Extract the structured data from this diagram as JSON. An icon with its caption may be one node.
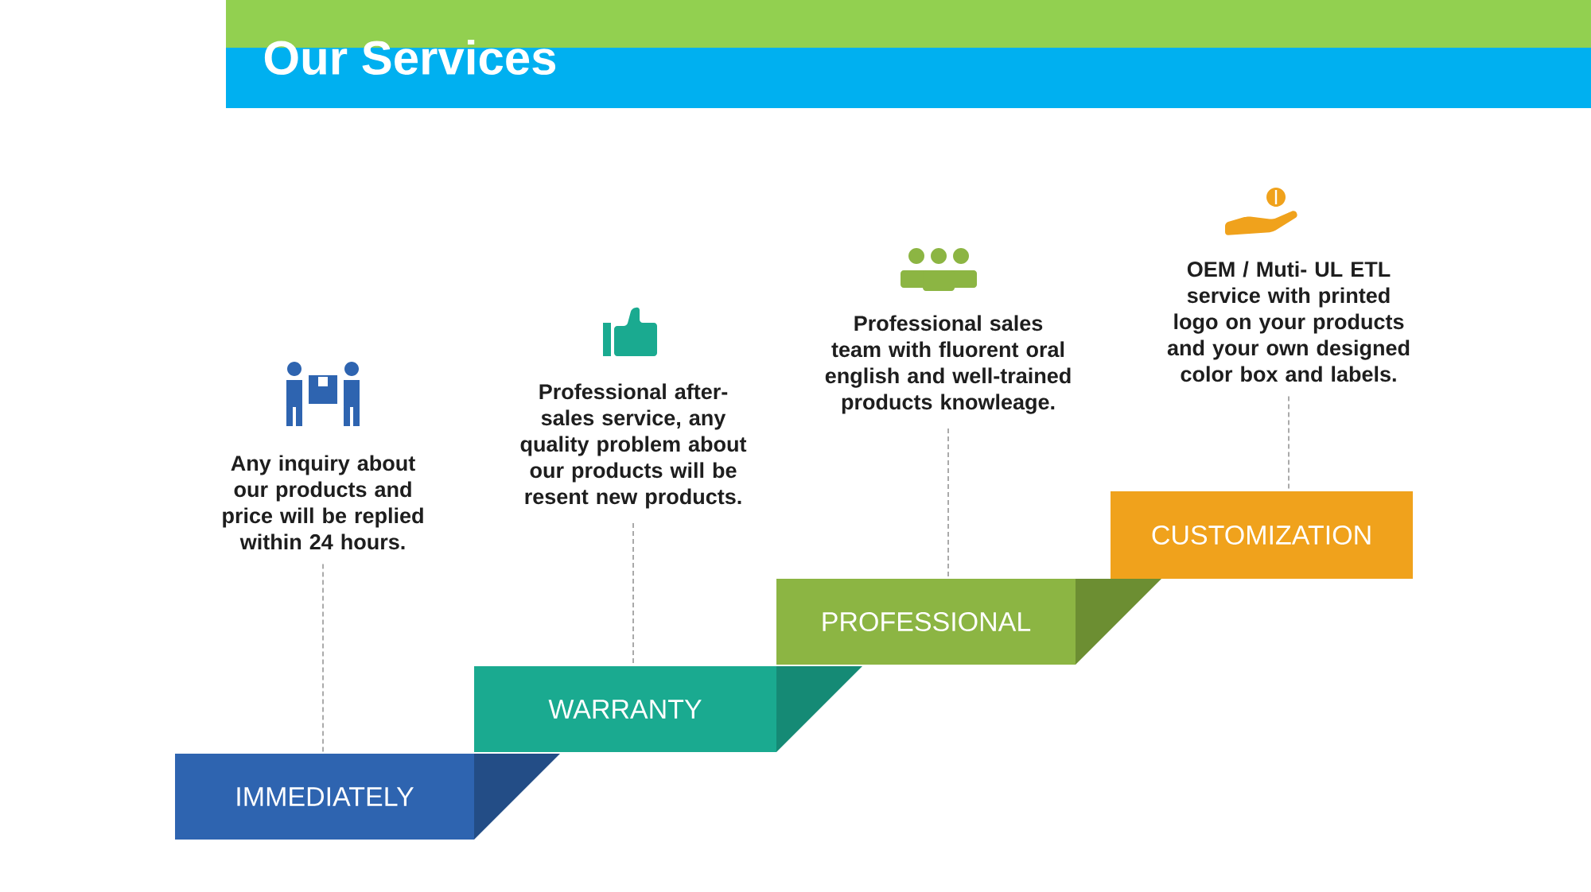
{
  "diagram": {
    "title": "Our Services",
    "nodes": [
      {
        "text": [
          "IMMEDIATELY"
        ]
      },
      {
        "text": [
          "WARRANTY"
        ]
      },
      {
        "text": [
          "PROFESSIONAL"
        ]
      },
      {
        "text": [
          "CUSTOMIZATION"
        ]
      },
      {
        "text": [
          "Any inquiry about our products and price will be replied within 24 hours."
        ]
      },
      {
        "text": [
          "Professional after-sales service, any quality problem about our products will be resent new products."
        ]
      },
      {
        "text": [
          "Professional sales team with fluorent oral english and well-trained products knowleage."
        ]
      },
      {
        "text": [
          "OEM / Muti- UL ETL service with printed logo on your products and your own designed color box and labels."
        ]
      }
    ],
    "edges": [
      {
        "from": 4,
        "to": 0,
        "arrow": "none",
        "style": "dashed"
      },
      {
        "from": 5,
        "to": 1,
        "arrow": "none",
        "style": "dashed"
      },
      {
        "from": 6,
        "to": 2,
        "arrow": "none",
        "style": "dashed"
      },
      {
        "from": 7,
        "to": 3,
        "arrow": "none",
        "style": "dashed"
      }
    ]
  }
}
